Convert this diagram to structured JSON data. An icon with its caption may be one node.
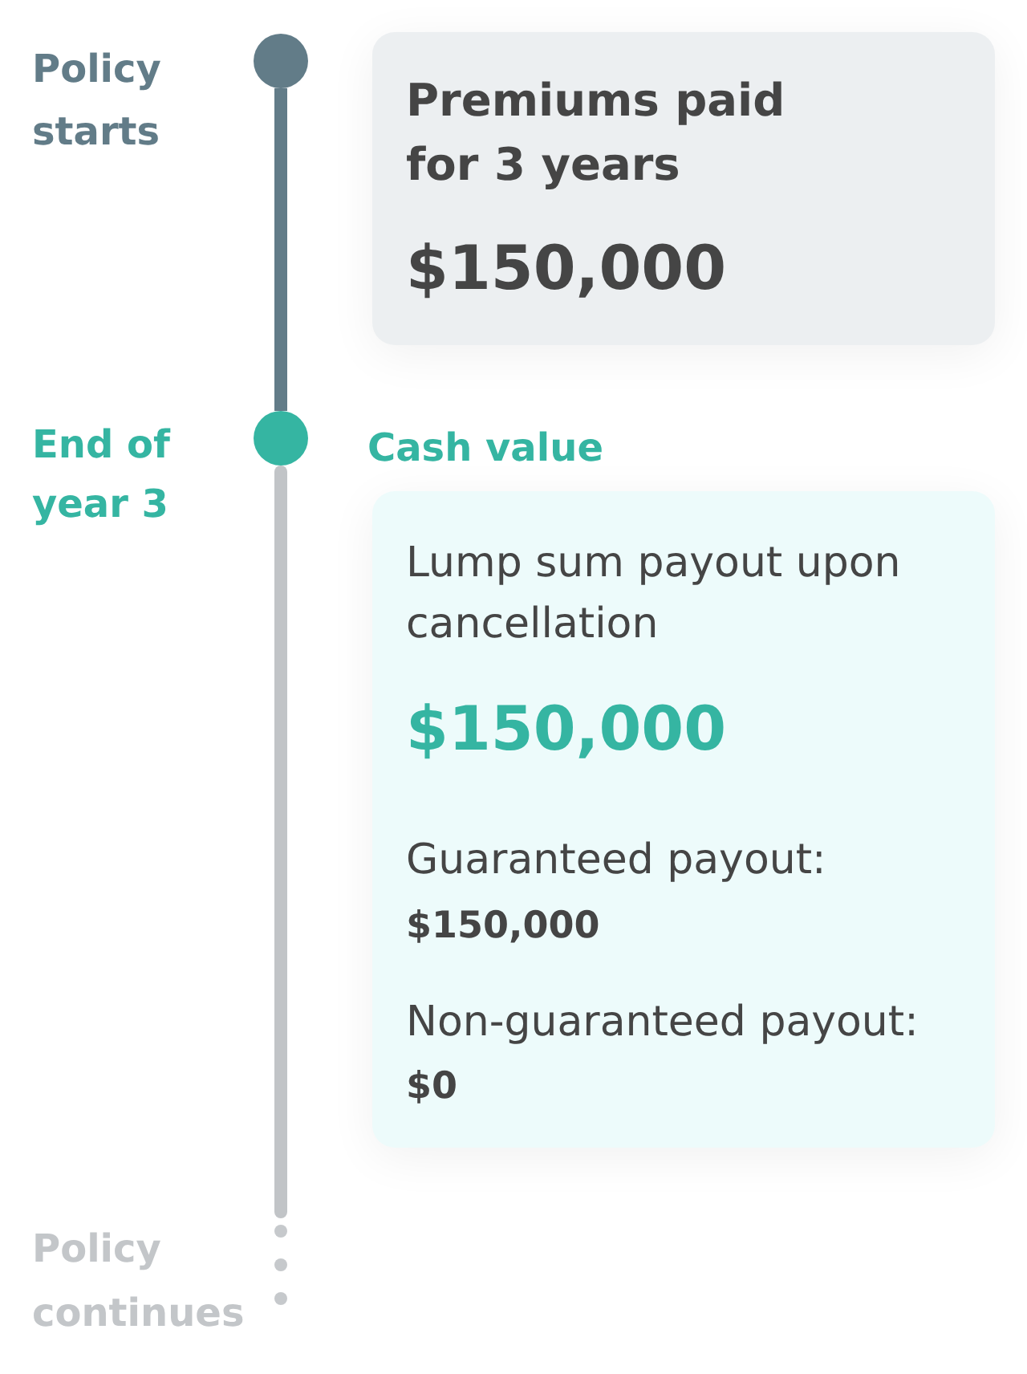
{
  "diagram": {
    "nodes": [
      {
        "text": [],
        "shape": "circle",
        "beside": [
          "Policy starts"
        ]
      },
      {
        "text": [
          "Premiums paid for 3 years",
          "$150,000"
        ]
      },
      {
        "text": [],
        "shape": "circle",
        "beside": [
          "End of year 3"
        ]
      },
      {
        "text": [
          "Cash value",
          "Lump sum payout upon cancellation",
          "$150,000",
          "Guaranteed payout:",
          "$150,000",
          "Non-guaranteed payout:",
          "$0"
        ]
      },
      {
        "text": [],
        "shape": "dots",
        "beside": [
          "Policy continues"
        ]
      }
    ],
    "edges": [
      {
        "from": 0,
        "to": 2,
        "arrow": "none",
        "color": "#627c88"
      },
      {
        "from": 2,
        "to": 4,
        "arrow": "none",
        "color": "#c1c4c7"
      }
    ]
  }
}
